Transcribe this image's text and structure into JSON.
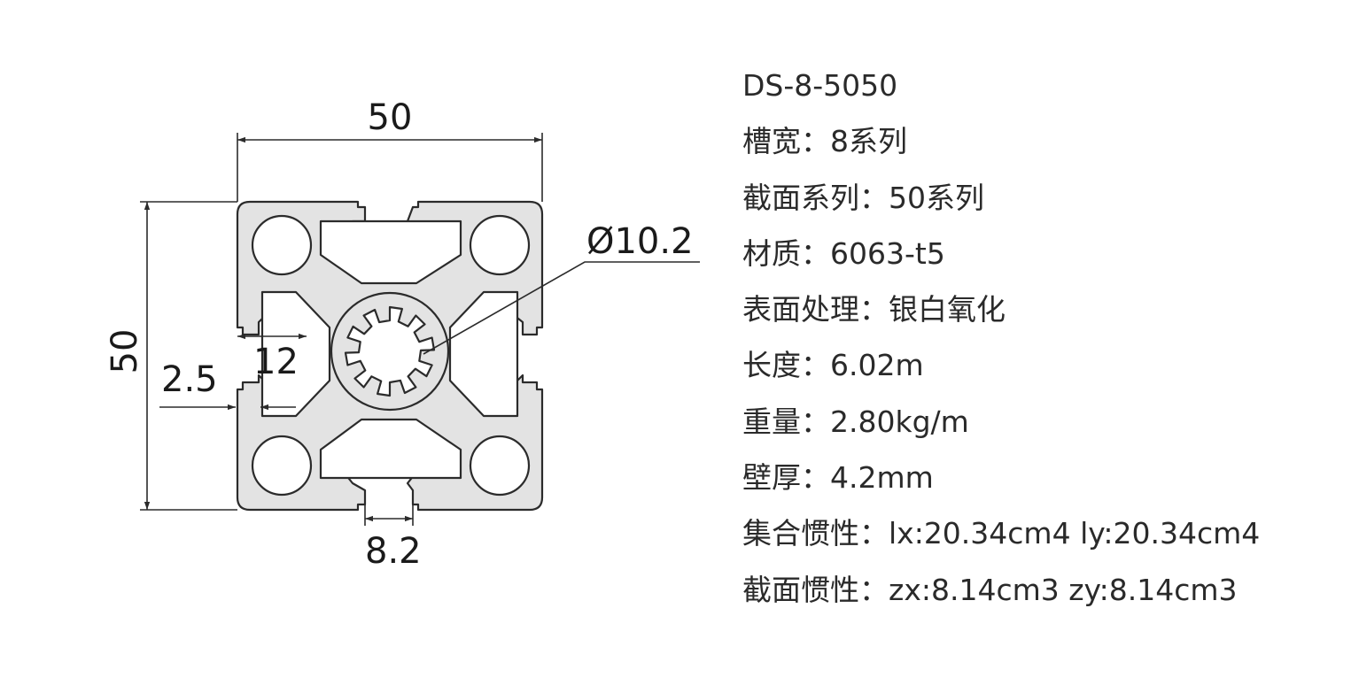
{
  "profile": {
    "model": "DS-8-5050",
    "specs": [
      {
        "label": "槽宽：",
        "value": "8系列"
      },
      {
        "label": "截面系列：",
        "value": "50系列"
      },
      {
        "label": "材质：",
        "value": "6063-t5"
      },
      {
        "label": "表面处理：",
        "value": "银白氧化"
      },
      {
        "label": "长度：",
        "value": "6.02m"
      },
      {
        "label": "重量：",
        "value": "2.80kg/m"
      },
      {
        "label": "壁厚：",
        "value": "4.2mm"
      },
      {
        "label": "集合惯性：",
        "value": "lx:20.34cm4 ly:20.34cm4"
      },
      {
        "label": "截面惯性：",
        "value": "zx:8.14cm3 zy:8.14cm3"
      }
    ]
  },
  "dimensions": {
    "width": "50",
    "height": "50",
    "bore_diameter": "Ø10.2",
    "slot_depth": "12",
    "wall_offset": "2.5",
    "slot_width": "8.2"
  },
  "colors": {
    "profile_fill": "#e3e3e3",
    "line": "#2b2b2b",
    "text": "#2a2a2a"
  }
}
